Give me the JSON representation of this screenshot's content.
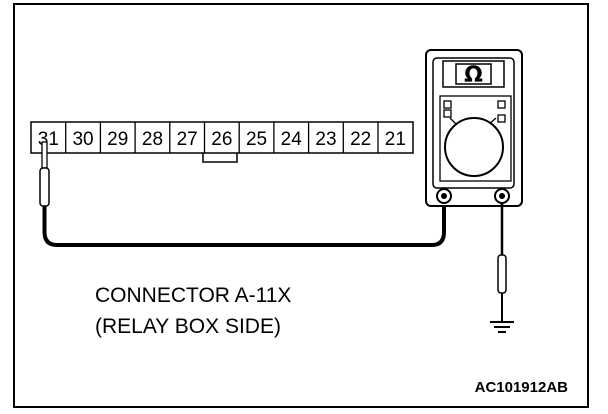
{
  "connector": {
    "pins": [
      "31",
      "30",
      "29",
      "28",
      "27",
      "26",
      "25",
      "24",
      "23",
      "22",
      "21"
    ]
  },
  "meter": {
    "display_symbol": "Ω",
    "type_icon": "ohmmeter-icon"
  },
  "caption": {
    "line1": "CONNECTOR A-11X",
    "line2": "(RELAY BOX SIDE)"
  },
  "figure_code": "AC101912AB",
  "colors": {
    "line": "#000000",
    "background": "#ffffff"
  }
}
